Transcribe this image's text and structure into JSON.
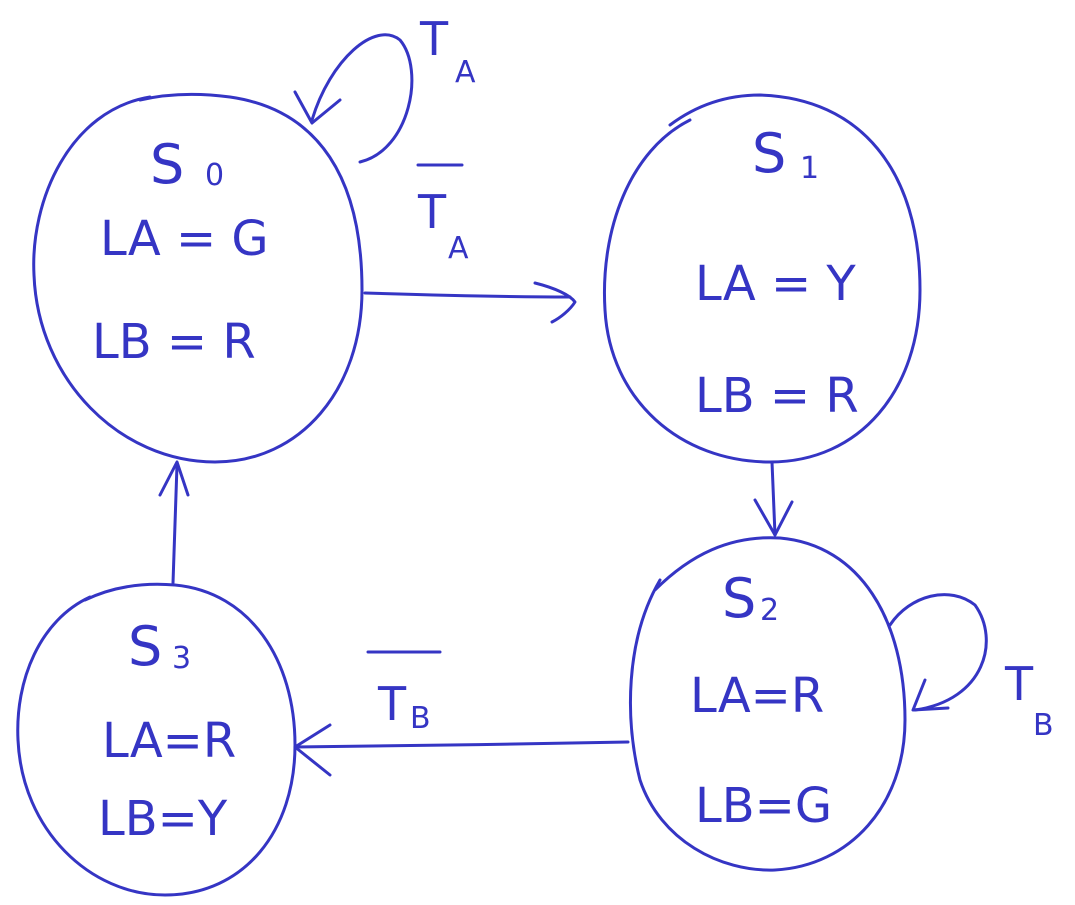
{
  "ink_color": "#3535c4",
  "background": "#ffffff",
  "states": [
    {
      "name": "S",
      "index": "0",
      "outputs": [
        "LA = G",
        "LB = R"
      ]
    },
    {
      "name": "S",
      "index": "1",
      "outputs": [
        "LA = Y",
        "LB = R"
      ]
    },
    {
      "name": "S",
      "index": "2",
      "outputs": [
        "LA=R",
        "LB=G"
      ]
    },
    {
      "name": "S",
      "index": "3",
      "outputs": [
        "LA=R",
        "LB=Y"
      ]
    }
  ],
  "transitions": [
    {
      "from": "S0",
      "to": "S0",
      "condition": "T",
      "sub": "A",
      "negated": false
    },
    {
      "from": "S0",
      "to": "S1",
      "condition": "T",
      "sub": "A",
      "negated": true
    },
    {
      "from": "S1",
      "to": "S2",
      "condition": "",
      "sub": "",
      "negated": false
    },
    {
      "from": "S2",
      "to": "S2",
      "condition": "T",
      "sub": "B",
      "negated": false
    },
    {
      "from": "S2",
      "to": "S3",
      "condition": "T",
      "sub": "B",
      "negated": true
    },
    {
      "from": "S3",
      "to": "S0",
      "condition": "",
      "sub": "",
      "negated": false
    }
  ]
}
